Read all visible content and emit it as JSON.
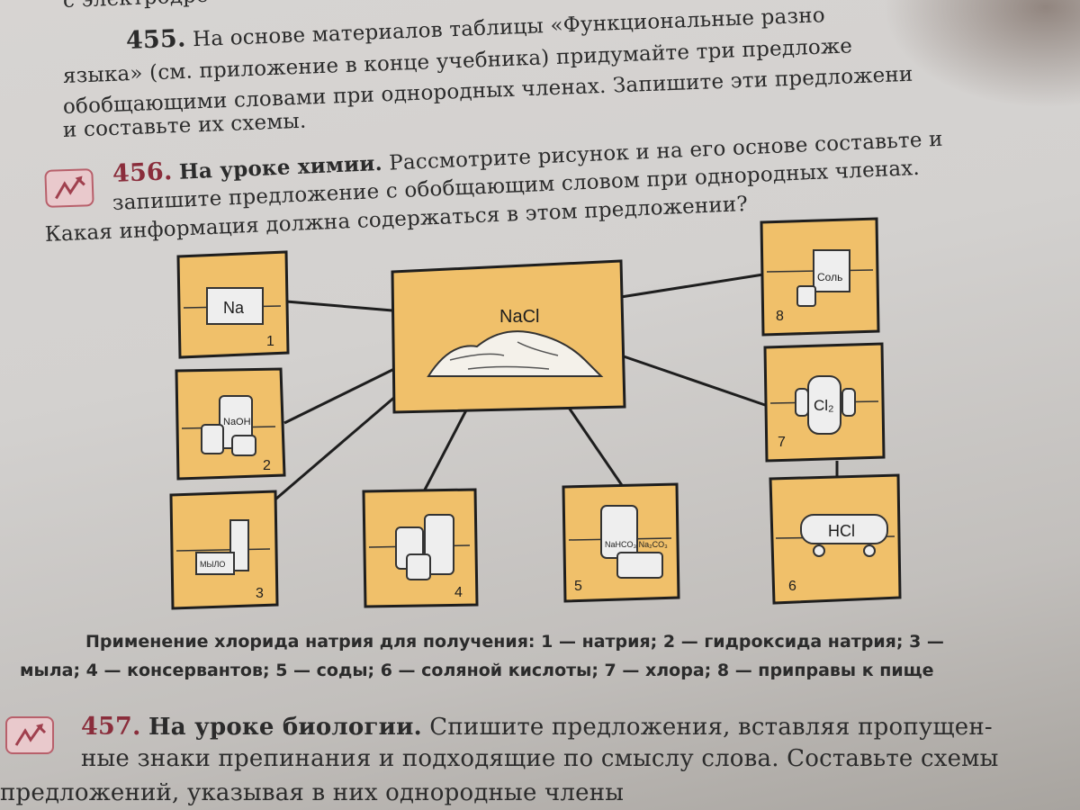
{
  "ex455": {
    "line0": "с электродре",
    "number": "455.",
    "line1": "На основе материалов таблицы «Функциональные разно",
    "line2": "языка» (см. приложение в конце учебника) придумайте три предложе",
    "line3": "обобщающими словами при однородных членах. Запишите эти предложени",
    "line4": "и составьте их схемы."
  },
  "ex456": {
    "number": "456.",
    "lead": "На уроке химии.",
    "line1": "Рассмотрите рисунок и на его основе составьте и",
    "line2": "запишите предложение с обобщающим словом при однородных членах.",
    "line3": "Какая информация должна содержаться в этом предложении?",
    "icon": "pen-writing-icon"
  },
  "diagram": {
    "center_label": "NaCl",
    "boxes": [
      {
        "n": "1",
        "label": "Na"
      },
      {
        "n": "2",
        "label": "NaOH"
      },
      {
        "n": "3",
        "label": "МЫЛО"
      },
      {
        "n": "4",
        "label": ""
      },
      {
        "n": "5",
        "label": "NaHCO₃ Na₂CO₃"
      },
      {
        "n": "6",
        "label": "HCl"
      },
      {
        "n": "7",
        "label": "Cl₂"
      },
      {
        "n": "8",
        "label": "Соль"
      }
    ],
    "box_color": "#f0c06a",
    "border_color": "#222222"
  },
  "caption": {
    "line1": "Применение хлорида натрия для получения: 1 — натрия; 2 — гидроксида натрия; 3 —",
    "line2": "мыла; 4 — консервантов; 5 — соды; 6 — соляной кислоты; 7 — хлора; 8 — приправы к пище"
  },
  "ex457": {
    "number": "457.",
    "lead": "На уроке биологии.",
    "line1": "Спишите предложения, вставляя пропущен-",
    "line2": "ные знаки препинания и подходящие по смыслу слова. Составьте схемы",
    "line3": "предложений, указывая в них однородные члены",
    "icon": "pen-writing-icon"
  }
}
